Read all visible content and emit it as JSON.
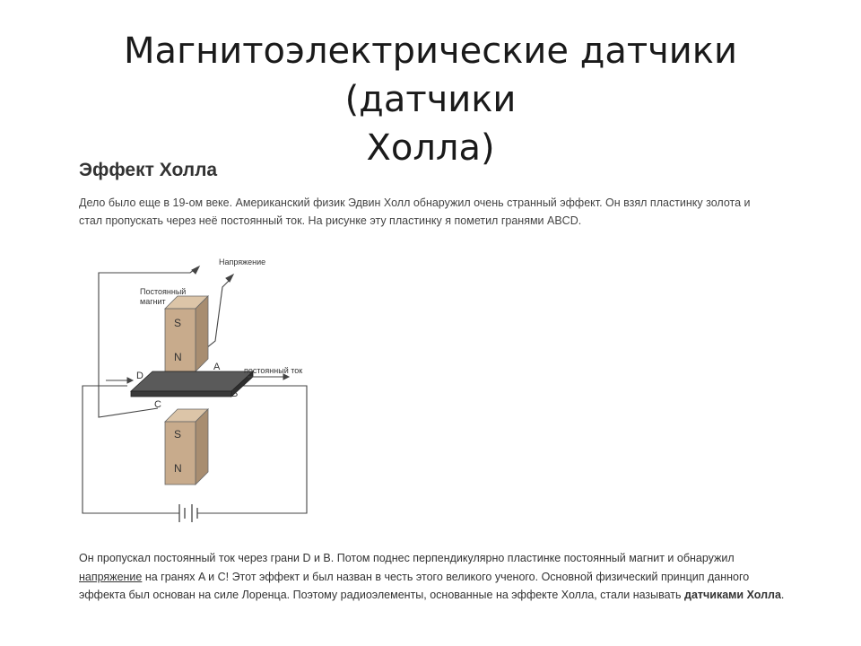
{
  "slide": {
    "title_line1": "Магнитоэлектрические датчики (датчики",
    "title_line2": "Холла)"
  },
  "article": {
    "heading": "Эффект Холла",
    "intro_line1": "Дело было еще в 19-ом веке. Американский физик Эдвин Холл обнаружил очень странный эффект. Он взял пластинку золота и",
    "intro_line2": "стал пропускать через неё постоянный ток. На рисунке эту пластинку я пометил гранями ABCD.",
    "outro_part1": "Он пропускал постоянный ток через грани D и B. Потом поднес перпендикулярно пластинке постоянный магнит и обнаружил",
    "outro_link": "напряжение",
    "outro_part2": " на гранях A и C!  Этот эффект и был назван в честь этого великого ученого. Основной физический принцип данного эффекта был основан на силе Лоренца. Поэтому радиоэлементы, основанные на эффекте Холла, стали называть ",
    "outro_bold": "датчиками Холла",
    "outro_end": "."
  },
  "diagram": {
    "label_voltage": "Напряжение",
    "label_magnet_line1": "Постоянный",
    "label_magnet_line2": "магнит",
    "label_current": "постоянный ток",
    "face_a": "A",
    "face_b": "B",
    "face_c": "C",
    "face_d": "D",
    "top_s": "S",
    "top_n": "N",
    "bottom_s": "S",
    "bottom_n": "N",
    "colors": {
      "magnet": "#c8ab8c",
      "magnet_dark": "#a88d70",
      "plate": "#4a4a4a"
    }
  }
}
